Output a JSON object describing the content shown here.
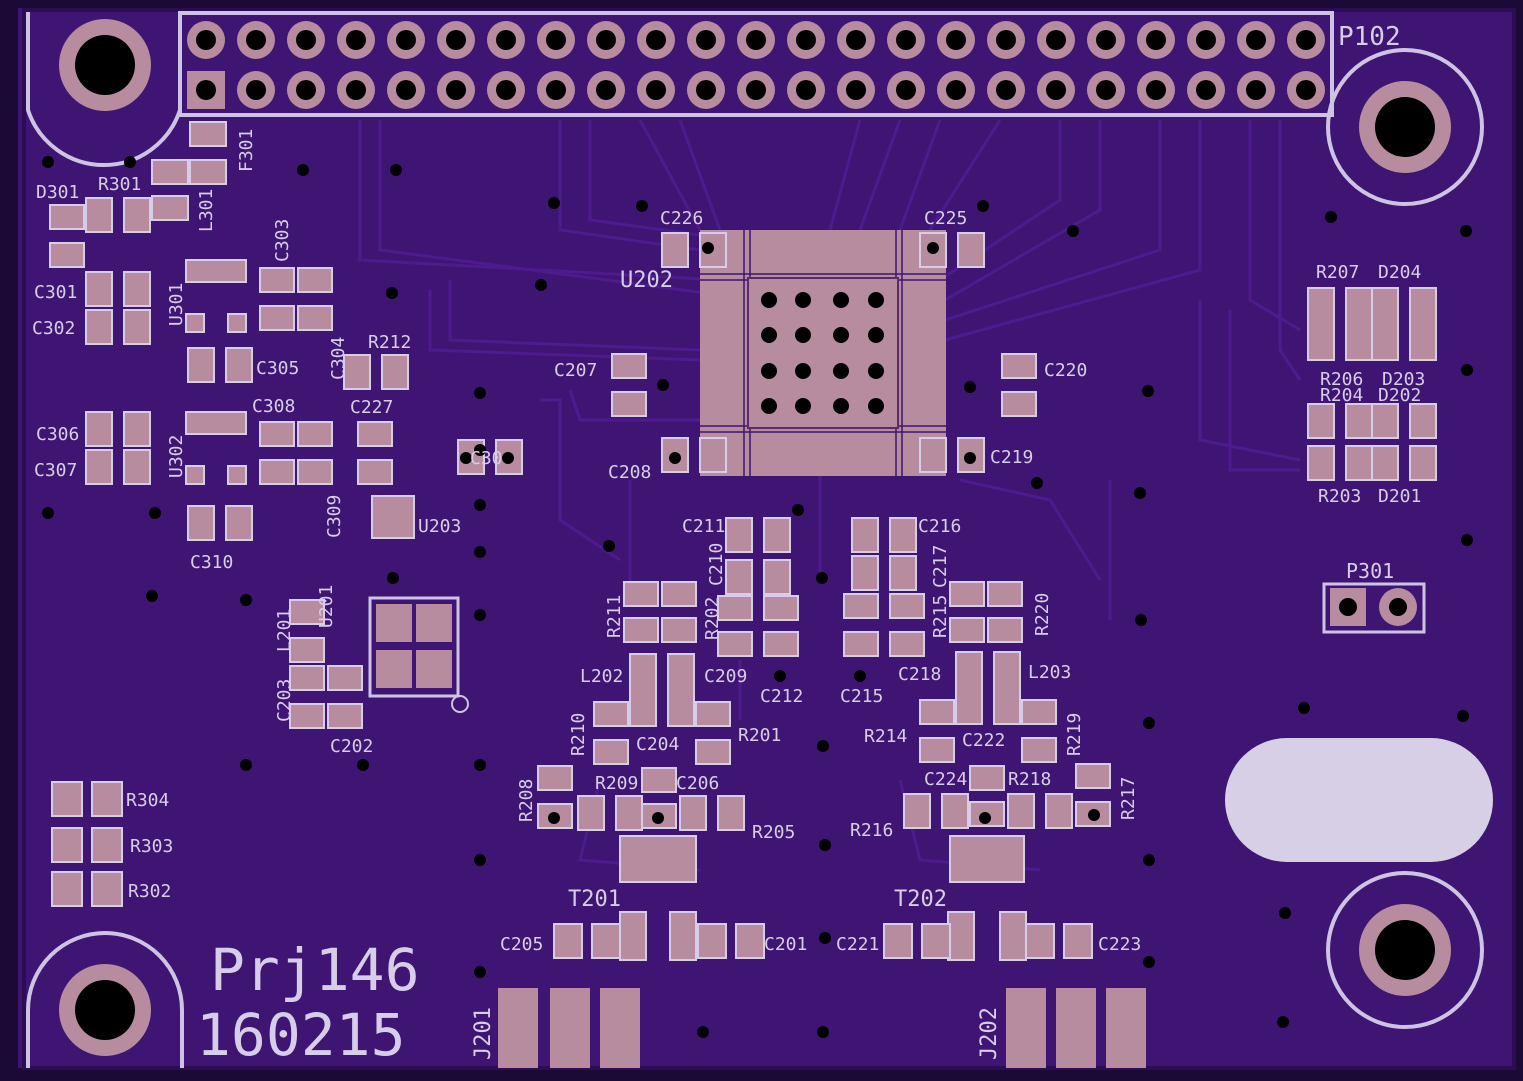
{
  "board": {
    "project_name": "Prj146",
    "revision": "160215",
    "colors": {
      "substrate": "#3d1470",
      "copper_plane": "#4b1a8a",
      "trace": "#4d1c8e",
      "pad": "#b78c9e",
      "silkscreen": "#d8cde8",
      "drill": "#000000",
      "edge": "#1c0a36"
    }
  },
  "labels": [
    {
      "id": "p102",
      "text": "P102"
    },
    {
      "id": "f301",
      "text": "F301"
    },
    {
      "id": "d301",
      "text": "D301"
    },
    {
      "id": "r301",
      "text": "R301"
    },
    {
      "id": "l301",
      "text": "L301"
    },
    {
      "id": "c303",
      "text": "C303"
    },
    {
      "id": "c301",
      "text": "C301"
    },
    {
      "id": "c302",
      "text": "C302"
    },
    {
      "id": "u301",
      "text": "U301"
    },
    {
      "id": "c305",
      "text": "C305"
    },
    {
      "id": "c304",
      "text": "C304"
    },
    {
      "id": "r212",
      "text": "R212"
    },
    {
      "id": "c308",
      "text": "C308"
    },
    {
      "id": "c227",
      "text": "C227"
    },
    {
      "id": "c306",
      "text": "C306"
    },
    {
      "id": "c307",
      "text": "C307"
    },
    {
      "id": "u302",
      "text": "U302"
    },
    {
      "id": "c309",
      "text": "C309"
    },
    {
      "id": "c310",
      "text": "C310"
    },
    {
      "id": "u203",
      "text": "U203"
    },
    {
      "id": "c30x",
      "text": "C30"
    },
    {
      "id": "u201",
      "text": "U201"
    },
    {
      "id": "l201",
      "text": "L201"
    },
    {
      "id": "c203",
      "text": "C203"
    },
    {
      "id": "c202",
      "text": "C202"
    },
    {
      "id": "r304",
      "text": "R304"
    },
    {
      "id": "r303",
      "text": "R303"
    },
    {
      "id": "r302",
      "text": "R302"
    },
    {
      "id": "c226",
      "text": "C226"
    },
    {
      "id": "c225",
      "text": "C225"
    },
    {
      "id": "u202",
      "text": "U202"
    },
    {
      "id": "c207",
      "text": "C207"
    },
    {
      "id": "c220",
      "text": "C220"
    },
    {
      "id": "c208",
      "text": "C208"
    },
    {
      "id": "c219",
      "text": "C219"
    },
    {
      "id": "c211",
      "text": "C211"
    },
    {
      "id": "c210",
      "text": "C210"
    },
    {
      "id": "c216",
      "text": "C216"
    },
    {
      "id": "c217",
      "text": "C217"
    },
    {
      "id": "r211",
      "text": "R211"
    },
    {
      "id": "r202",
      "text": "R202"
    },
    {
      "id": "r215",
      "text": "R215"
    },
    {
      "id": "r220",
      "text": "R220"
    },
    {
      "id": "c209",
      "text": "C209"
    },
    {
      "id": "c212",
      "text": "C212"
    },
    {
      "id": "c215",
      "text": "C215"
    },
    {
      "id": "c218",
      "text": "C218"
    },
    {
      "id": "l202",
      "text": "L202"
    },
    {
      "id": "l203",
      "text": "L203"
    },
    {
      "id": "r210",
      "text": "R210"
    },
    {
      "id": "c204",
      "text": "C204"
    },
    {
      "id": "r201",
      "text": "R201"
    },
    {
      "id": "r214",
      "text": "R214"
    },
    {
      "id": "c222",
      "text": "C222"
    },
    {
      "id": "r219",
      "text": "R219"
    },
    {
      "id": "r208",
      "text": "R208"
    },
    {
      "id": "r209",
      "text": "R209"
    },
    {
      "id": "c206",
      "text": "C206"
    },
    {
      "id": "r205",
      "text": "R205"
    },
    {
      "id": "c224",
      "text": "C224"
    },
    {
      "id": "r218",
      "text": "R218"
    },
    {
      "id": "r217",
      "text": "R217"
    },
    {
      "id": "r216",
      "text": "R216"
    },
    {
      "id": "t201",
      "text": "T201"
    },
    {
      "id": "t202",
      "text": "T202"
    },
    {
      "id": "c205",
      "text": "C205"
    },
    {
      "id": "c201",
      "text": "C201"
    },
    {
      "id": "c221",
      "text": "C221"
    },
    {
      "id": "c223",
      "text": "C223"
    },
    {
      "id": "j201",
      "text": "J201"
    },
    {
      "id": "j202",
      "text": "J202"
    },
    {
      "id": "r207",
      "text": "R207"
    },
    {
      "id": "d204",
      "text": "D204"
    },
    {
      "id": "r206",
      "text": "R206"
    },
    {
      "id": "d203",
      "text": "D203"
    },
    {
      "id": "r204",
      "text": "R204"
    },
    {
      "id": "d202",
      "text": "D202"
    },
    {
      "id": "r203",
      "text": "R203"
    },
    {
      "id": "d201",
      "text": "D201"
    },
    {
      "id": "p301",
      "text": "P301"
    }
  ]
}
